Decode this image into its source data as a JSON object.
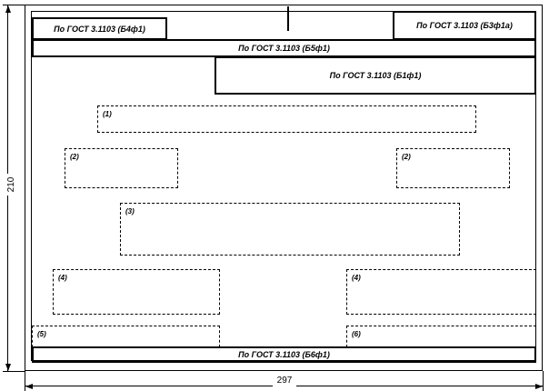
{
  "cells": {
    "b4f1": "По ГОСТ 3.1103 (Б4ф1)",
    "b3f1a": "По ГОСТ 3.1103 (Б3ф1а)",
    "b5f1": "По ГОСТ 3.1103 (Б5ф1)",
    "b1f1": "По ГОСТ 3.1103 (Б1ф1)",
    "b6f1": "По ГОСТ 3.1103 (Б6ф1)"
  },
  "zones": {
    "z1": "(1)",
    "z2a": "(2)",
    "z2b": "(2)",
    "z3": "(3)",
    "z4a": "(4)",
    "z4b": "(4)",
    "z5": "(5)",
    "z6": "(6)"
  },
  "dimensions": {
    "height": "210",
    "width": "297"
  }
}
